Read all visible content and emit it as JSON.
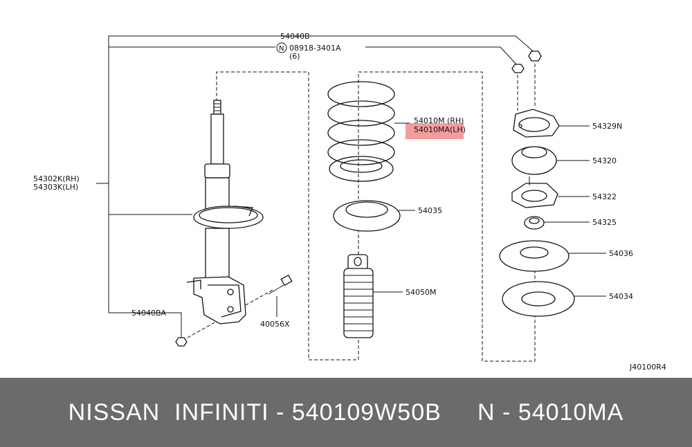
{
  "diagram": {
    "labels": {
      "l54040B": "54040B",
      "circleN": "N",
      "l08918": "08918-3401A",
      "l6": "(6)",
      "l54302": "54302K(RH)",
      "l54303": "54303K(LH)",
      "l54010M": "54010M (RH)",
      "l54010MA": "54010MA(LH)",
      "l54035": "54035",
      "l54050M": "54050M",
      "l54040BA": "54040BA",
      "l40056X": "40056X",
      "l54329N": "54329N",
      "l54320": "54320",
      "l54322": "54322",
      "l54325": "54325",
      "l54036": "54036",
      "l54034": "54034",
      "ref": "J40100R4"
    },
    "highlight_color": "#f28b8b"
  },
  "banner": {
    "text": "NISSAN  INFINITI - 540109W50B     N - 54010MA",
    "bg_color": "#6b6b6b"
  }
}
